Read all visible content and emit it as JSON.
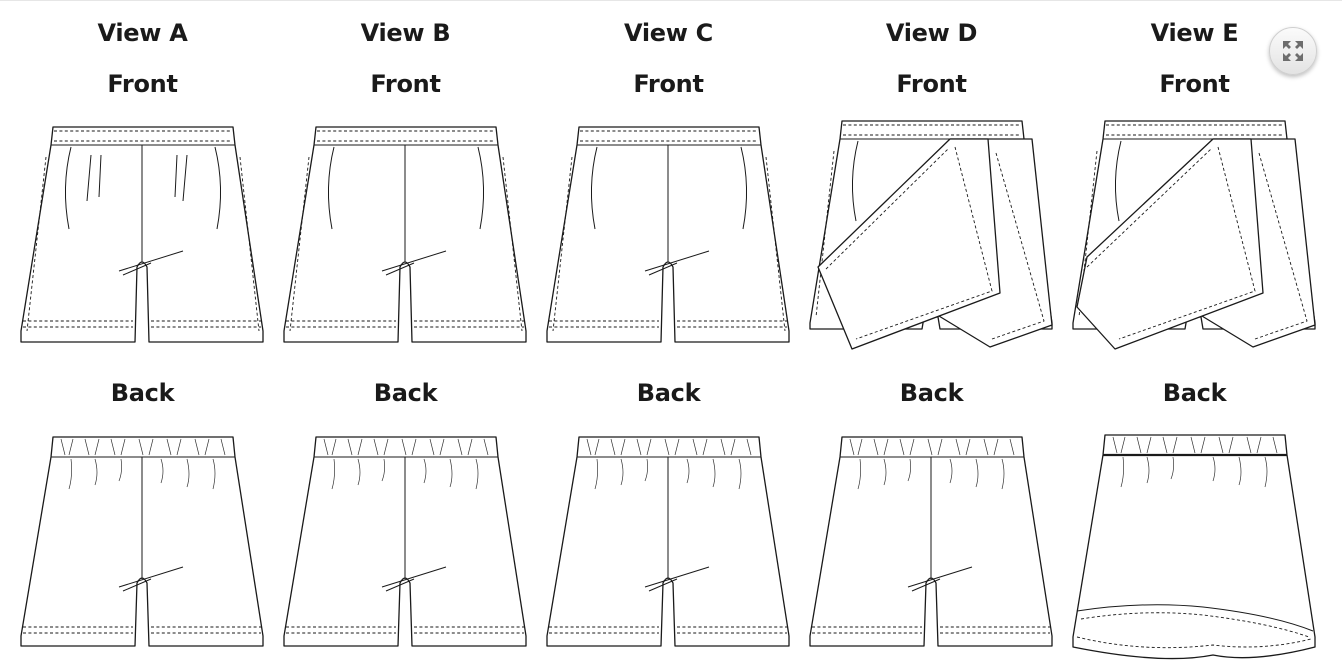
{
  "views": [
    {
      "title": "View A",
      "front_label": "Front",
      "back_label": "Back",
      "style": "pleated"
    },
    {
      "title": "View B",
      "front_label": "Front",
      "back_label": "Back",
      "style": "plain"
    },
    {
      "title": "View C",
      "front_label": "Front",
      "back_label": "Back",
      "style": "plain"
    },
    {
      "title": "View D",
      "front_label": "Front",
      "back_label": "Back",
      "style": "skort"
    },
    {
      "title": "View E",
      "front_label": "Front",
      "back_label": "Back",
      "style": "skort-full"
    }
  ],
  "controls": {
    "expand_icon": "expand-arrows-icon"
  },
  "colors": {
    "line": "#1a1a1a",
    "background": "#ffffff"
  }
}
